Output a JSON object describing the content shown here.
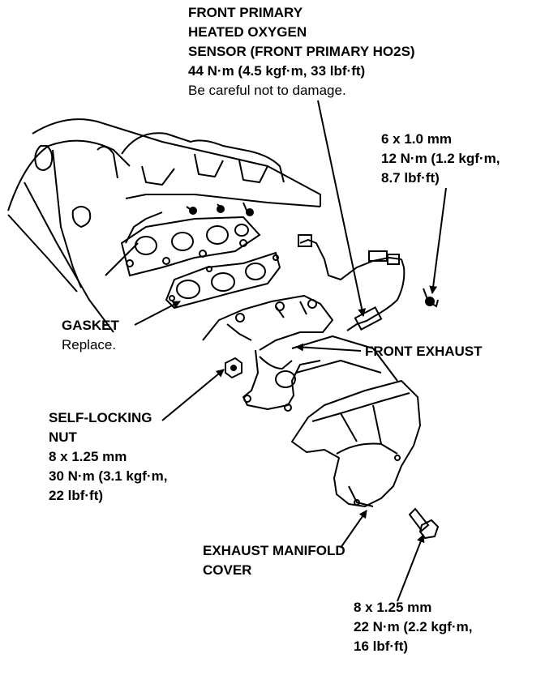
{
  "callouts": {
    "o2_sensor": {
      "name_lines": [
        "FRONT PRIMARY",
        "HEATED OXYGEN",
        "SENSOR (FRONT PRIMARY HO2S)"
      ],
      "torque": "44 N·m (4.5 kgf·m, 33 lbf·ft)",
      "note": "Be careful not to damage."
    },
    "bolt_6mm": {
      "size": "6 x 1.0 mm",
      "torque_lines": [
        "12 N·m (1.2 kgf·m,",
        "8.7 lbf·ft)"
      ]
    },
    "gasket": {
      "name": "GASKET",
      "note": "Replace."
    },
    "front_exhaust": {
      "name": "FRONT EXHAUST"
    },
    "self_locking_nut": {
      "name_lines": [
        "SELF-LOCKING",
        "NUT"
      ],
      "size": "8 x 1.25 mm",
      "torque_lines": [
        "30 N·m (3.1 kgf·m,",
        "22 lbf·ft)"
      ]
    },
    "manifold_cover": {
      "name_lines": [
        "EXHAUST MANIFOLD",
        "COVER"
      ]
    },
    "bolt_8mm": {
      "size": "8 x 1.25 mm",
      "torque_lines": [
        "22 N·m (2.2 kgf·m,",
        "16 lbf·ft)"
      ]
    }
  }
}
